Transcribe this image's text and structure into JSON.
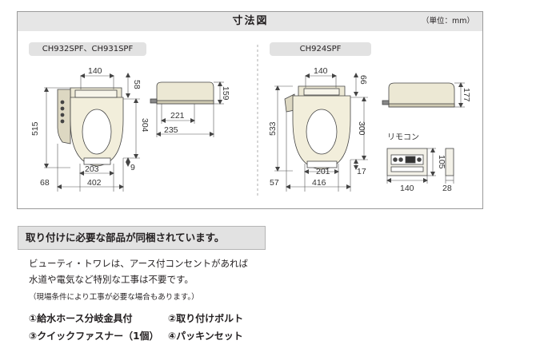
{
  "dimensions_panel": {
    "title": "寸法図",
    "unit": "（単位：mm）",
    "left_model": {
      "label": "CH932SPF、CH931SPF",
      "dims": {
        "top_width": "140",
        "top_offset": "58",
        "overall_length": "515",
        "bowl_length": "304",
        "rear_width": "203",
        "front_offset": "9",
        "side_offset": "68",
        "width": "402",
        "side_height": "159",
        "side_depth": "221",
        "side_total": "235"
      }
    },
    "right_model": {
      "label": "CH924SPF",
      "dims": {
        "top_width": "140",
        "top_offset": "66",
        "overall_length": "533",
        "bowl_length": "300",
        "rear_width": "201",
        "front_offset": "17",
        "side_offset": "57",
        "width": "416",
        "side_height": "177"
      }
    },
    "remote": {
      "label": "リモコン",
      "width": "140",
      "height": "105",
      "depth": "28"
    }
  },
  "installation": {
    "heading": "取り付けに必要な部品が同梱されています。",
    "body_line1": "ビューティ・トワレは、アース付コンセントがあれば",
    "body_line2": "水道や電気など特別な工事は不要です。",
    "body_note": "（現場条件により工事が必要な場合もあります。）",
    "parts": [
      "①給水ホース分岐金具付",
      "②取り付けボルト",
      "③クイックファスナー（1個）",
      "④パッキンセット"
    ]
  },
  "colors": {
    "seat_fill": "#f2eedb",
    "header_fill": "#e6e6e6",
    "line": "#444444"
  }
}
